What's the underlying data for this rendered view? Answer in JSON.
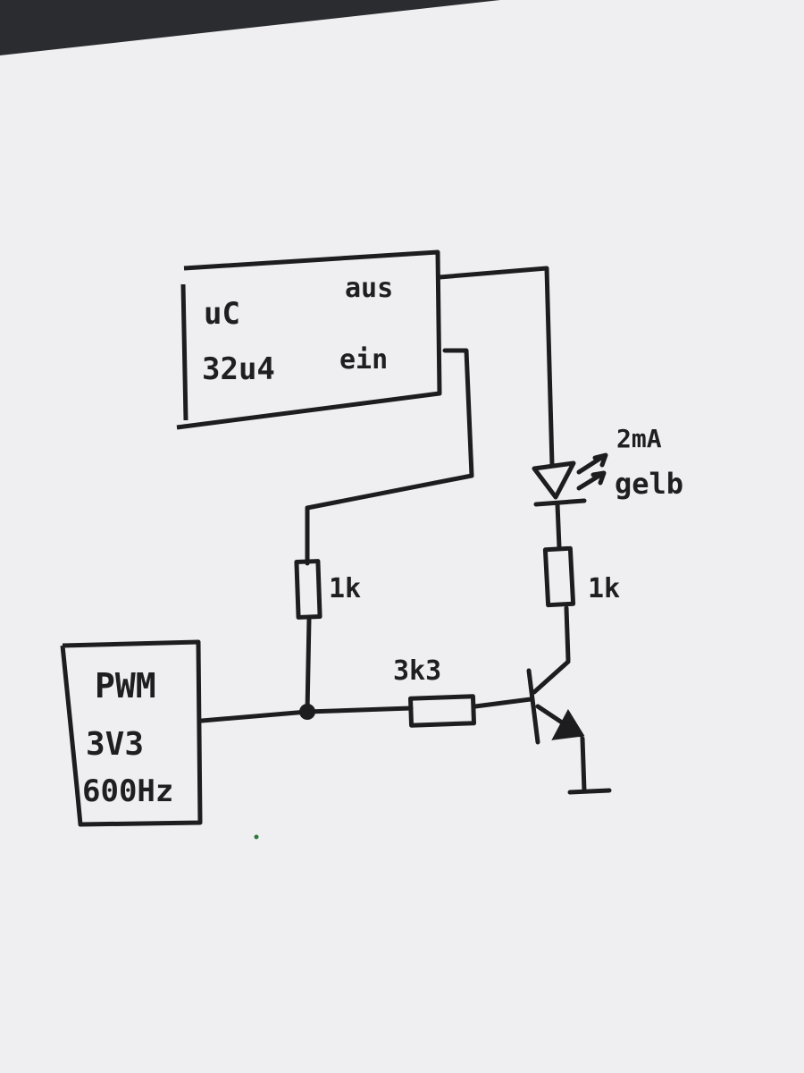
{
  "colors": {
    "paper": "#f1f1f3",
    "ink": "#1d1d1f",
    "table": "#2a2c30"
  },
  "microcontroller": {
    "name_line1": "uC",
    "name_line2": "32u4",
    "pin_out": "aus",
    "pin_in": "ein"
  },
  "pwm_source": {
    "line1": "PWM",
    "line2": "3V3",
    "line3": "600Hz"
  },
  "resistors": {
    "r_pulldown": "1k",
    "r_base": "3k3",
    "r_led": "1k"
  },
  "led": {
    "current": "2mA",
    "color": "gelb"
  }
}
